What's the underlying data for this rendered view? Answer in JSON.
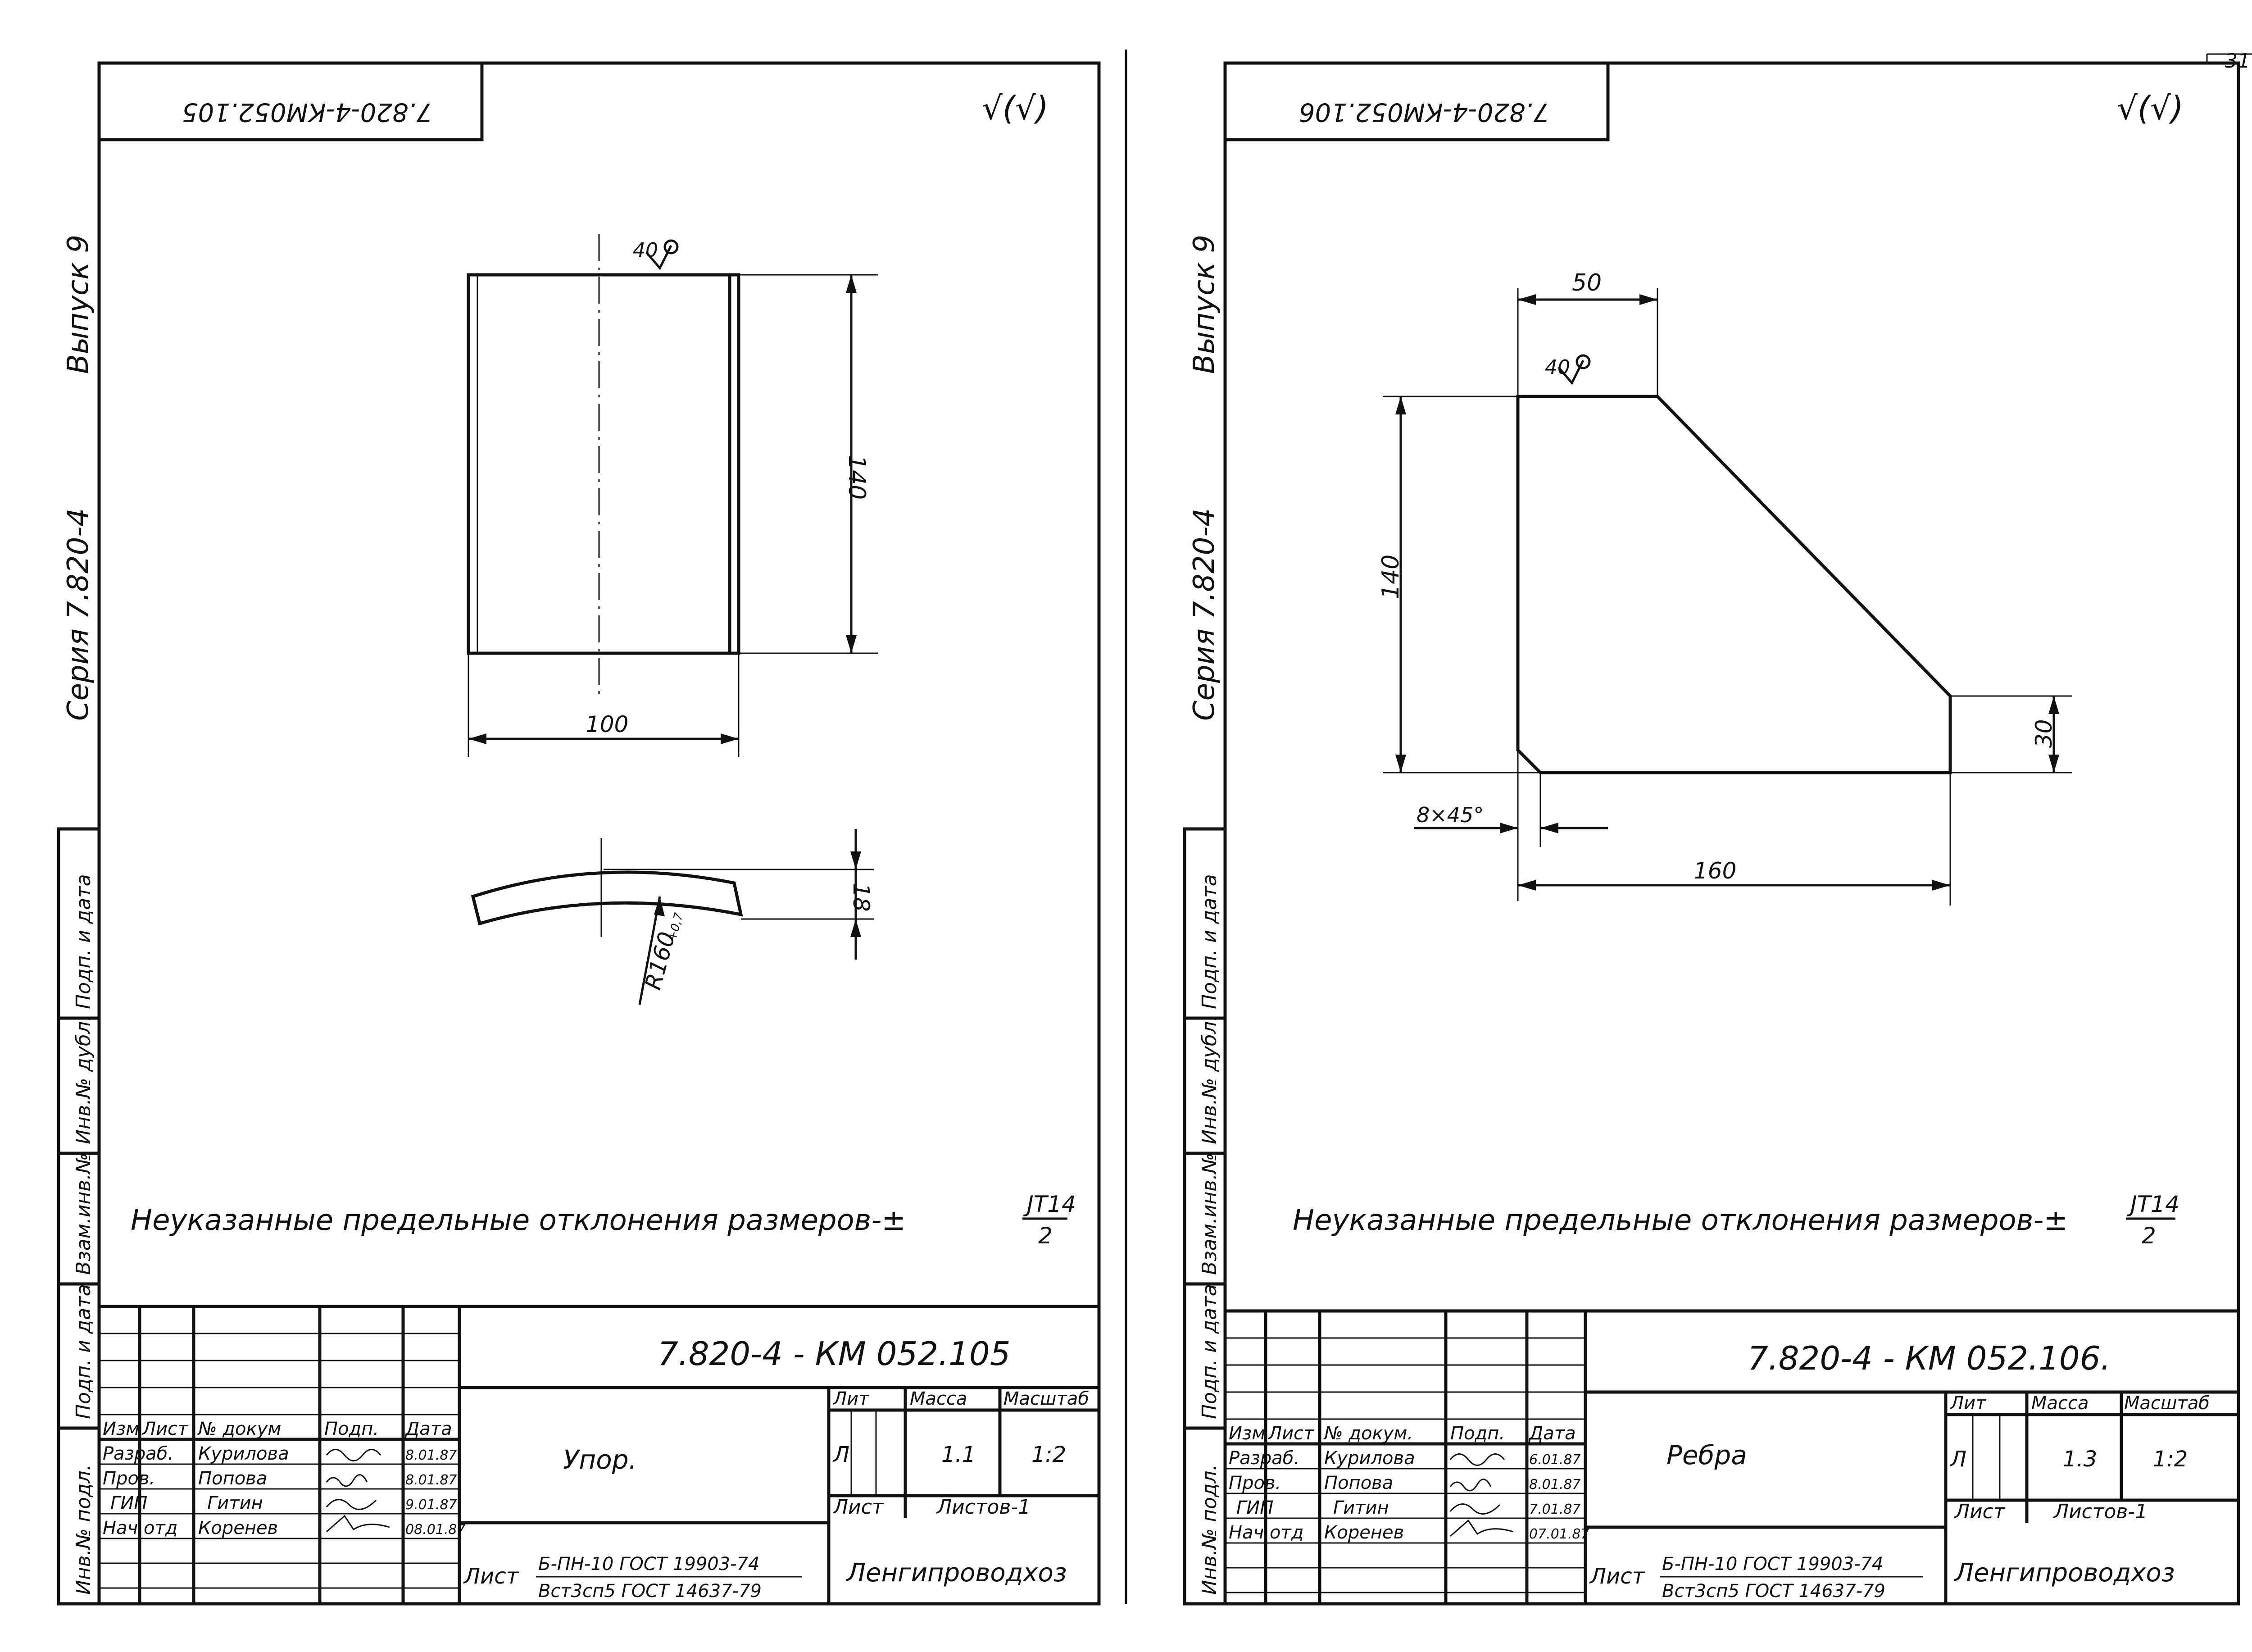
{
  "page_number": "31",
  "series_label": "Серия 7.820-4",
  "issue_label": "Выпуск 9",
  "side_stamps": [
    "Взам.инв.№",
    "Инв.№ дубл.",
    "Подп. и дата",
    "Подп. и дата",
    "Инв.№ подл."
  ],
  "tolerance_note": {
    "text": "Неуказанные предельные отклонения размеров-±",
    "numerator": "JT14",
    "denominator": "2"
  },
  "roughness_mark": "√(√)",
  "left_sheet": {
    "corner_code": "7.820-4-КМ052.105",
    "doc_code": "7.820-4 - КМ 052.105",
    "title": "Упор.",
    "lit": "Л",
    "mass": "1.1",
    "scale": "1:2",
    "sheet_label": "Лист",
    "sheets_label": "Листов-1",
    "material": "Лист Б-ПН-10 ГОСТ 19903-74 / Вст3сп5 ГОСТ 14637-79",
    "material_top": "Б-ПН-10 ГОСТ 19903-74",
    "material_bottom": "Вст3сп5 ГОСТ 14637-79",
    "organization": "Ленгипроводхоз",
    "dims": {
      "height": "140",
      "width": "100",
      "thickness": "18",
      "radius": "R160",
      "radius_tol": "+0,7",
      "roughness": "40"
    }
  },
  "right_sheet": {
    "corner_code": "7.820-4-КМ052.106",
    "doc_code": "7.820-4 - КМ 052.106.",
    "title": "Ребра",
    "lit": "Л",
    "mass": "1.3",
    "scale": "1:2",
    "sheet_label": "Лист",
    "sheets_label": "Листов-1",
    "material_top": "Б-ПН-10 ГОСТ 19903-74",
    "material_bottom": "Вст3сп5 ГОСТ 14637-79",
    "organization": "Ленгипроводхоз",
    "dims": {
      "top": "50",
      "height": "140",
      "bottom": "160",
      "side": "30",
      "chamfer": "8×45°",
      "roughness": "40"
    }
  },
  "title_block": {
    "headers": [
      "Изм",
      "Лист",
      "№ докум",
      "Подп.",
      "Дата"
    ],
    "headers_right": [
      "Изм",
      "Лист",
      "№ докум.",
      "Подп.",
      "Дата"
    ],
    "lit_header": "Лит",
    "mass_header": "Масса",
    "scale_header": "Масштаб",
    "sheet_prefix": "Лист",
    "rows_left": [
      {
        "role": "Разраб.",
        "name": "Курилова",
        "date": "8.01.87"
      },
      {
        "role": "Пров.",
        "name": "Попова",
        "date": "8.01.87"
      },
      {
        "role": "ГИП",
        "name": "Гитин",
        "date": "9.01.87"
      },
      {
        "role": "Нач.отд",
        "name": "Коренев",
        "date": "08.01.87"
      }
    ],
    "rows_right": [
      {
        "role": "Разраб.",
        "name": "Курилова",
        "date": "6.01.87"
      },
      {
        "role": "Пров.",
        "name": "Попова",
        "date": "8.01.87"
      },
      {
        "role": "ГИП",
        "name": "Гитин",
        "date": "7.01.87"
      },
      {
        "role": "Нач.отд",
        "name": "Коренев",
        "date": "07.01.87"
      }
    ]
  }
}
